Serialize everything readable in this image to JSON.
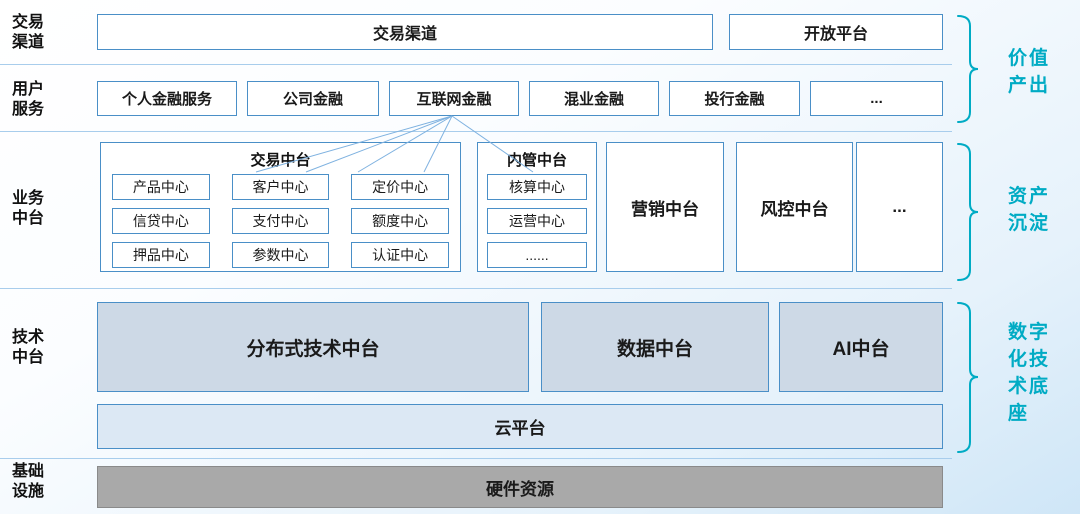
{
  "layers": [
    {
      "label": "交易\n渠道"
    },
    {
      "label": "用户\n服务"
    },
    {
      "label": "业务\n中台"
    },
    {
      "label": "技术\n中台"
    },
    {
      "label": "基础\n设施"
    }
  ],
  "channels": {
    "trade_channel": "交易渠道",
    "open_platform": "开放平台"
  },
  "services": [
    "个人金融服务",
    "公司金融",
    "互联网金融",
    "混业金融",
    "投行金融",
    "..."
  ],
  "business": {
    "trade_platform": {
      "title": "交易中台",
      "cells": [
        "产品中心",
        "客户中心",
        "定价中心",
        "信贷中心",
        "支付中心",
        "额度中心",
        "押品中心",
        "参数中心",
        "认证中心"
      ]
    },
    "internal_platform": {
      "title": "内管中台",
      "cells": [
        "核算中心",
        "运营中心",
        "......"
      ]
    },
    "marketing_platform": "营销中台",
    "risk_platform": "风控中台",
    "more": "..."
  },
  "tech": {
    "distributed": "分布式技术中台",
    "data": "数据中台",
    "ai": "AI中台",
    "cloud": "云平台"
  },
  "infrastructure": {
    "hardware": "硬件资源"
  },
  "annotations": {
    "value_output": "价值\n产出",
    "asset_deposit": "资产\n沉淀",
    "digital_base": "数字\n化技\n术底\n座"
  },
  "colors": {
    "box_border": "#4a8fc7",
    "separator": "#a8cdec",
    "connector": "#7fb2e0",
    "teal_annotation": "#00abc4",
    "tech_fill": "#cdd9e6",
    "cloud_fill": "#dce8f4",
    "hardware_fill": "#a9a9a9"
  }
}
